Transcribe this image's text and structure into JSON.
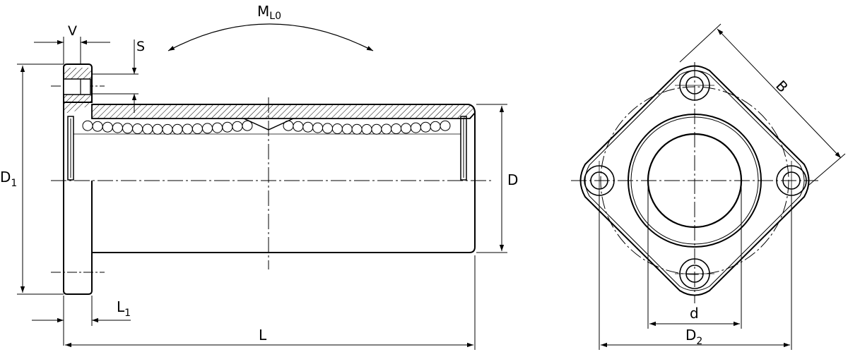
{
  "labels": {
    "v": "V",
    "s": "S",
    "ml0": {
      "main": "M",
      "sub": "L0"
    },
    "d1": {
      "main": "D",
      "sub": "1"
    },
    "d": "D",
    "l1": {
      "main": "L",
      "sub": "1"
    },
    "l": "L",
    "b": "B",
    "small_d": "d",
    "d2": {
      "main": "D",
      "sub": "2"
    }
  },
  "colors": {
    "line": "#000000",
    "background": "#ffffff"
  }
}
